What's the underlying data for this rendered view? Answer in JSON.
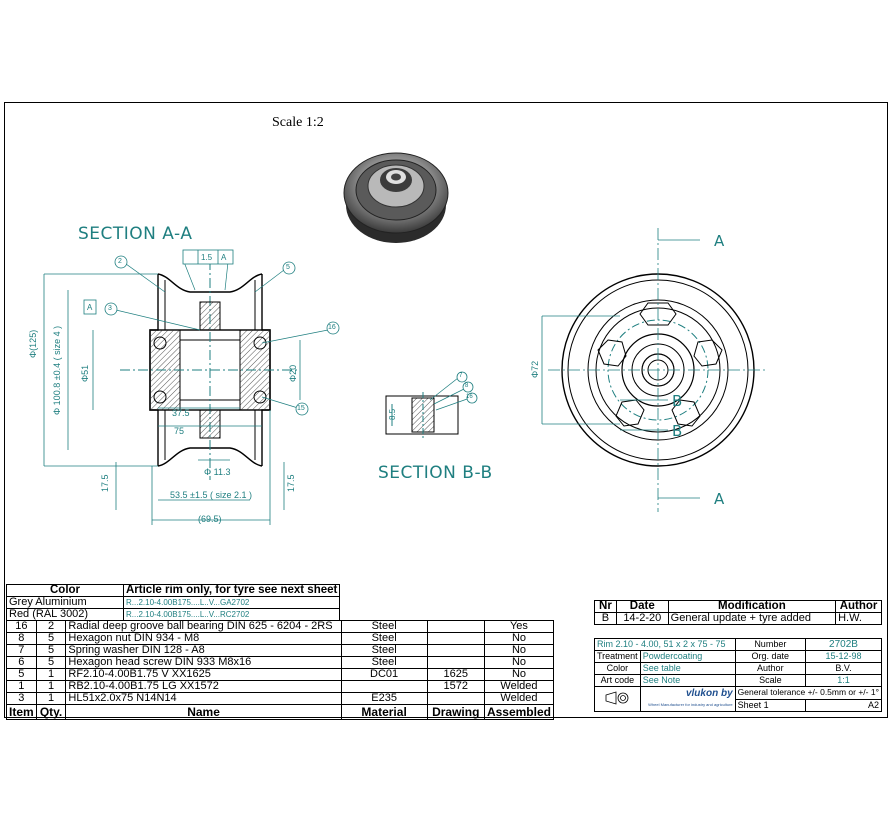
{
  "scale": "Scale 1:2",
  "sections": {
    "aa": "SECTION A-A",
    "bb": "SECTION B-B"
  },
  "callouts": [
    "2",
    "5",
    "3",
    "16",
    "15",
    "7",
    "8",
    "16"
  ],
  "dims": {
    "d125": "Φ(125)",
    "d1008": "Φ 100.8 ±0.4 ( size 4 )",
    "d51": "Φ51",
    "d20": "Φ20",
    "d375": "37.5",
    "d75": "75",
    "d113": "Φ 11.3",
    "d175a": "17.5",
    "d175b": "17.5",
    "d535": "53.5 ±1.5 ( size 2.1 )",
    "d695": "(69.5)",
    "tol": "1.5",
    "datum": "A",
    "d72": "Φ72",
    "d85": "8.5",
    "secA": "A",
    "secB": "B"
  },
  "color_table": {
    "headers": [
      "Color",
      "Article rim only, for tyre see next sheet"
    ],
    "rows": [
      {
        "color": "Grey Aluminium",
        "ref": "R...2.10-4.00B175....L..V...GA2702"
      },
      {
        "color": "Red (RAL 3002)",
        "ref": "R...2.10-4.00B175....L..V...RC2702"
      }
    ]
  },
  "bom": {
    "headers": [
      "Item",
      "Qty.",
      "Name",
      "Material",
      "Drawing",
      "Assembled"
    ],
    "rows": [
      {
        "item": "16",
        "qty": "2",
        "name": "Radial deep groove ball bearing DIN 625 - 6204 - 2RS",
        "material": "Steel",
        "drawing": "",
        "assembled": "Yes"
      },
      {
        "item": "8",
        "qty": "5",
        "name": "Hexagon nut DIN 934 - M8",
        "material": "Steel",
        "drawing": "",
        "assembled": "No"
      },
      {
        "item": "7",
        "qty": "5",
        "name": "Spring washer DIN 128 - A8",
        "material": "Steel",
        "drawing": "",
        "assembled": "No"
      },
      {
        "item": "6",
        "qty": "5",
        "name": "Hexagon head screw DIN 933 M8x16",
        "material": "Steel",
        "drawing": "",
        "assembled": "No"
      },
      {
        "item": "5",
        "qty": "1",
        "name": "RF2.10-4.00B1.75        V  XX1625",
        "material": "DC01",
        "drawing": "1625",
        "assembled": "No"
      },
      {
        "item": "1",
        "qty": "1",
        "name": "RB2.10-4.00B1.75    LG    XX1572",
        "material": "",
        "drawing": "1572",
        "assembled": "Welded"
      },
      {
        "item": "3",
        "qty": "1",
        "name": "HL51x2.0x75  N14N14",
        "material": "E235",
        "drawing": "",
        "assembled": "Welded"
      }
    ]
  },
  "revisions": {
    "headers": [
      "Nr",
      "Date",
      "Modification",
      "Author"
    ],
    "rows": [
      {
        "nr": "B",
        "date": "14-2-20",
        "mod": "General update + tyre added",
        "author": "H.W."
      }
    ]
  },
  "title_block": {
    "desc": "Rim 2.10 - 4.00,  51 x 2 x 75 - 75",
    "number_label": "Number",
    "number": "2702B",
    "treatment_label": "Treatment",
    "treatment": "Powdercoating",
    "orgdate_label": "Org. date",
    "orgdate": "15-12-98",
    "color_label": "Color",
    "color": "See table",
    "author_label": "Author",
    "author": "B.V.",
    "artcode_label": "Art code",
    "artcode": "See Note",
    "scale_label": "Scale",
    "scale": "1:1",
    "logo": "vlukon by",
    "logo_sub": "Wheel Manufacturer for industry and agriculture",
    "tolerance": "General tolerance +/- 0.5mm or +/- 1°",
    "sheet": "Sheet 1",
    "format": "A2"
  }
}
